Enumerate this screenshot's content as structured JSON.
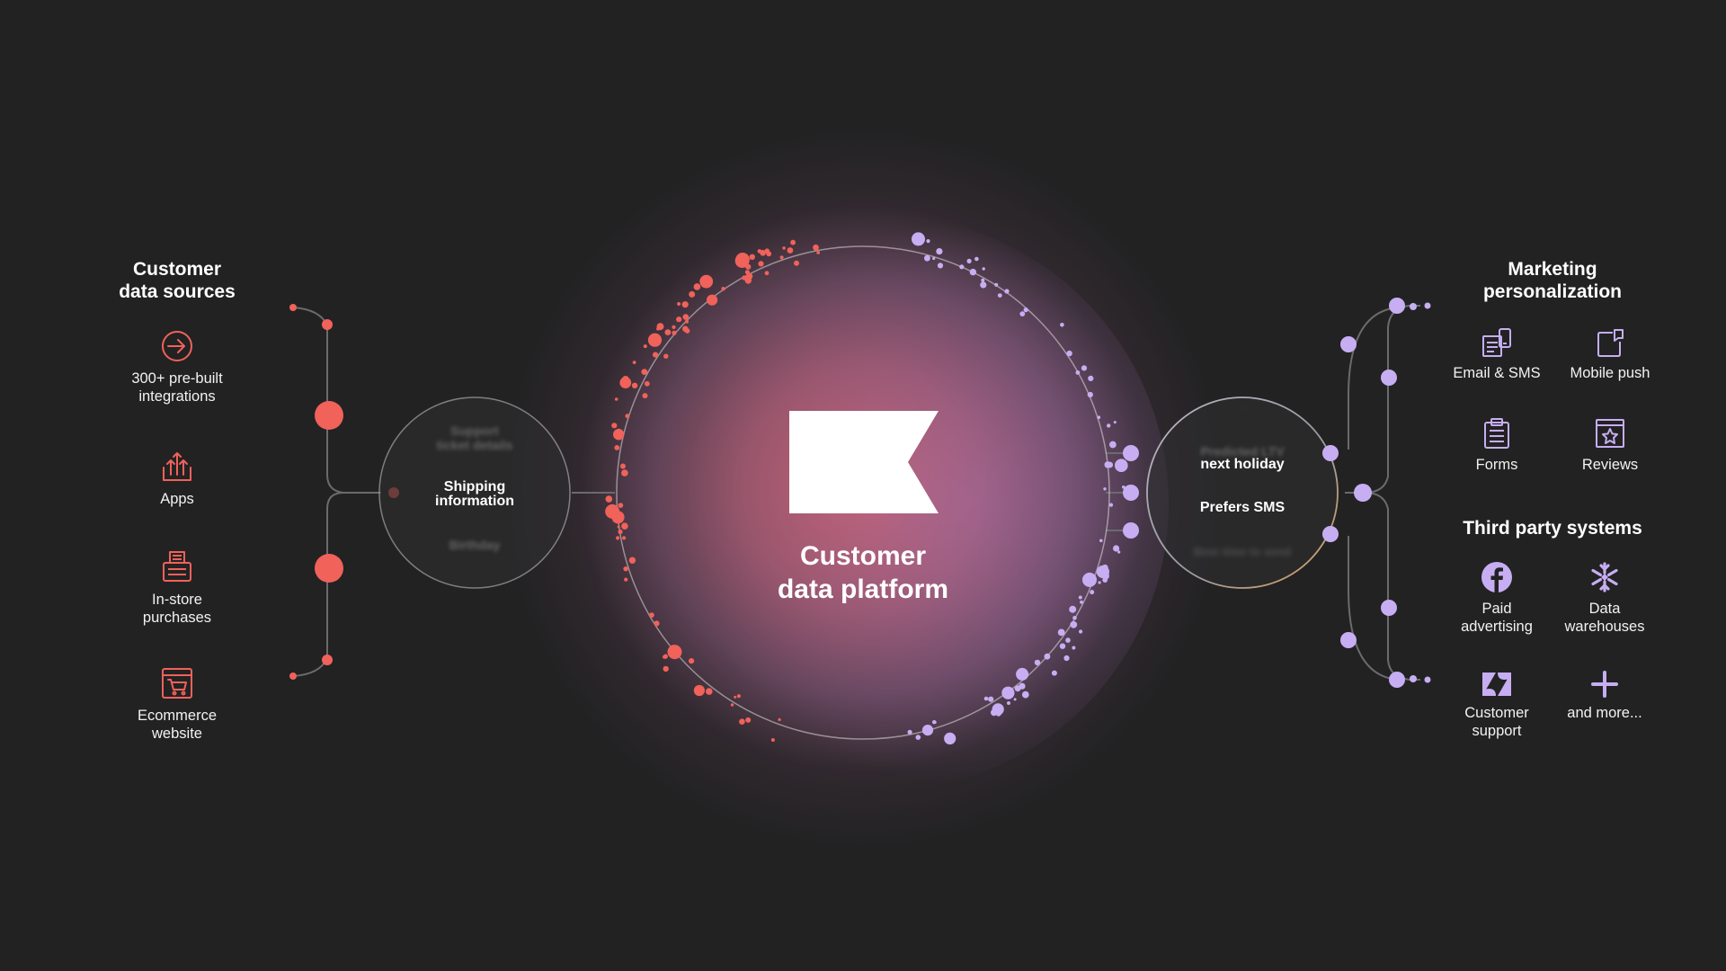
{
  "left": {
    "heading": "Customer\ndata sources",
    "items": [
      {
        "icon": "arrow-in-circle-icon",
        "label": "300+ pre-built\nintegrations"
      },
      {
        "icon": "apps-upload-icon",
        "label": "Apps"
      },
      {
        "icon": "register-icon",
        "label": "In-store\npurchases"
      },
      {
        "icon": "cart-window-icon",
        "label": "Ecommerce\nwebsite"
      }
    ],
    "bubble": {
      "main": "Shipping\ninformation",
      "faded_top": "Support\nticket details",
      "faded_bottom": "Birthday"
    }
  },
  "center": {
    "title": "Customer\ndata platform",
    "logo_icon": "flag-logo-icon"
  },
  "right": {
    "bubble": {
      "faded_top": "Predicted LTV",
      "main_1": "next holiday",
      "main_2": "Prefers SMS",
      "faded_bottom": "Best time to send"
    },
    "marketing": {
      "heading": "Marketing\npersonalization",
      "items": [
        {
          "icon": "email-sms-icon",
          "label": "Email & SMS"
        },
        {
          "icon": "mobile-push-icon",
          "label": "Mobile push"
        },
        {
          "icon": "forms-clipboard-icon",
          "label": "Forms"
        },
        {
          "icon": "reviews-star-icon",
          "label": "Reviews"
        }
      ]
    },
    "third_party": {
      "heading": "Third party systems",
      "items": [
        {
          "icon": "facebook-icon",
          "label": "Paid\nadvertising"
        },
        {
          "icon": "snowflake-icon",
          "label": "Data\nwarehouses"
        },
        {
          "icon": "zendesk-icon",
          "label": "Customer\nsupport"
        },
        {
          "icon": "plus-icon",
          "label": "and more..."
        }
      ]
    }
  },
  "colors": {
    "background": "#222223",
    "coral": "#f0625a",
    "lavender": "#c7aef2",
    "line": "#6b6b6e",
    "white": "#ffffff"
  }
}
